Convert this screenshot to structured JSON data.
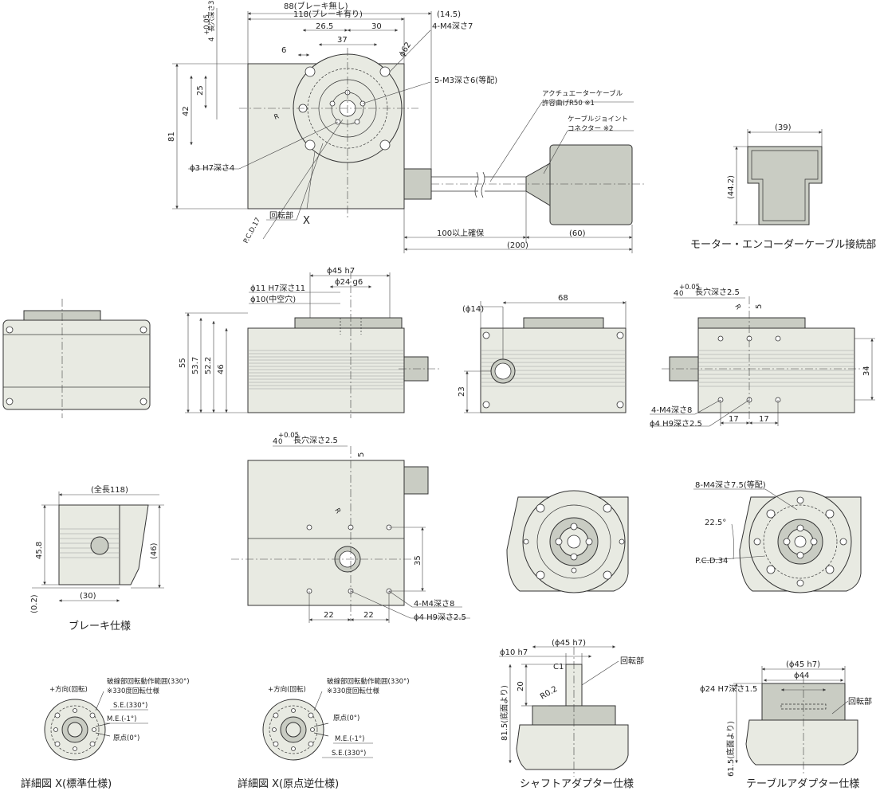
{
  "top_view": {
    "dims": {
      "len_no_brake": "88(ブレーキ無し)",
      "len_brake": "118(ブレーキ有り)",
      "d_14_5": "(14.5)",
      "d_26_5": "26.5",
      "d_30": "30",
      "d_37": "37",
      "d_6": "6",
      "phi62": "ϕ62",
      "d_25": "25",
      "d_42": "42",
      "d_81": "81",
      "slot_base": "4",
      "slot_tol": "+0.05",
      "slot_tol2": "0",
      "slot_text": "長穴深さ3",
      "d_100": "100以上確保",
      "d_60": "(60)",
      "d_200": "(200)"
    },
    "callouts": {
      "m4": "4-M4深さ7",
      "m3": "5-M3深さ6(等配)",
      "cable1": "アクチュエーターケーブル",
      "cable2": "許容曲げR50 ※1",
      "joint1": "ケーブルジョイント",
      "joint2": "コネクター ※2",
      "phi3": "ϕ3 H7深さ4",
      "pcd": "P.C.D.17",
      "rot": "回転部",
      "x": "X",
      "r": "R"
    }
  },
  "conn_view": {
    "d39": "(39)",
    "d44_2": "(44.2)",
    "caption": "モーター・エンコーダーケーブル接続部"
  },
  "side_view": {
    "phi45": "ϕ45 h7",
    "phi24": "ϕ24 g6",
    "phi11": "ϕ11 H7深さ11",
    "phi10": "ϕ10(中空穴)",
    "d55": "55",
    "d53_7": "53.7",
    "d52_2": "52.2",
    "d46": "46"
  },
  "end_view": {
    "phi14": "(ϕ14)",
    "d68": "68",
    "d23": "23"
  },
  "bottom_view": {
    "slot": "4",
    "slot_tol": "+0.05",
    "slot_tol2": "0",
    "slot_text": "長穴深さ2.5",
    "d5": "5",
    "r": "R",
    "d34": "34",
    "d17a": "17",
    "d17b": "17",
    "m4": "4-M4深さ8",
    "phi4": "ϕ4 H9深さ2.5"
  },
  "brake_view": {
    "total": "(全長118)",
    "d45_8": "45.8",
    "d46": "(46)",
    "d0_2": "(0.2)",
    "d30": "(30)",
    "caption": "ブレーキ仕様"
  },
  "bottom_large": {
    "slot": "4",
    "slot_tol": "+0.05",
    "slot_tol2": "0",
    "slot_text": "長穴深さ2.5",
    "d5": "5",
    "r": "R",
    "d35": "35",
    "d22a": "22",
    "d22b": "22",
    "m4": "4-M4深さ8",
    "phi4": "ϕ4 H9深さ2.5"
  },
  "table_face": {
    "m4": "8-M4深さ7.5(等配)",
    "ang": "22.5°",
    "pcd": "P.C.D.34"
  },
  "detail_std": {
    "dir": "+方向(回転)",
    "range": "破線部回転動作範囲(330°)",
    "spec": "※330度回転仕様",
    "se": "S.E.(330°)",
    "me": "M.E.(-1°)",
    "origin": "原点(0°)",
    "caption": "詳細図 X(標準仕様)"
  },
  "detail_rev": {
    "dir": "+方向(回転)",
    "range": "破線部回転動作範囲(330°)",
    "spec": "※330度回転仕様",
    "origin": "原点(0°)",
    "me": "M.E.(-1°)",
    "se": "S.E.(330°)",
    "caption": "詳細図 X(原点逆仕様)"
  },
  "shaft_adapter": {
    "phi10": "ϕ10 h7",
    "phi45": "(ϕ45 h7)",
    "c1": "C1",
    "d20": "20",
    "r02": "R0.2",
    "rot": "回転部",
    "d81_5": "81.5(底面より)",
    "caption": "シャフトアダプター仕様"
  },
  "table_adapter": {
    "phi45": "(ϕ45 h7)",
    "phi44": "ϕ44",
    "phi24": "ϕ24 H7深さ1.5",
    "rot": "回転部",
    "d61_5": "61.5(底面より)",
    "caption": "テーブルアダプター仕様"
  }
}
